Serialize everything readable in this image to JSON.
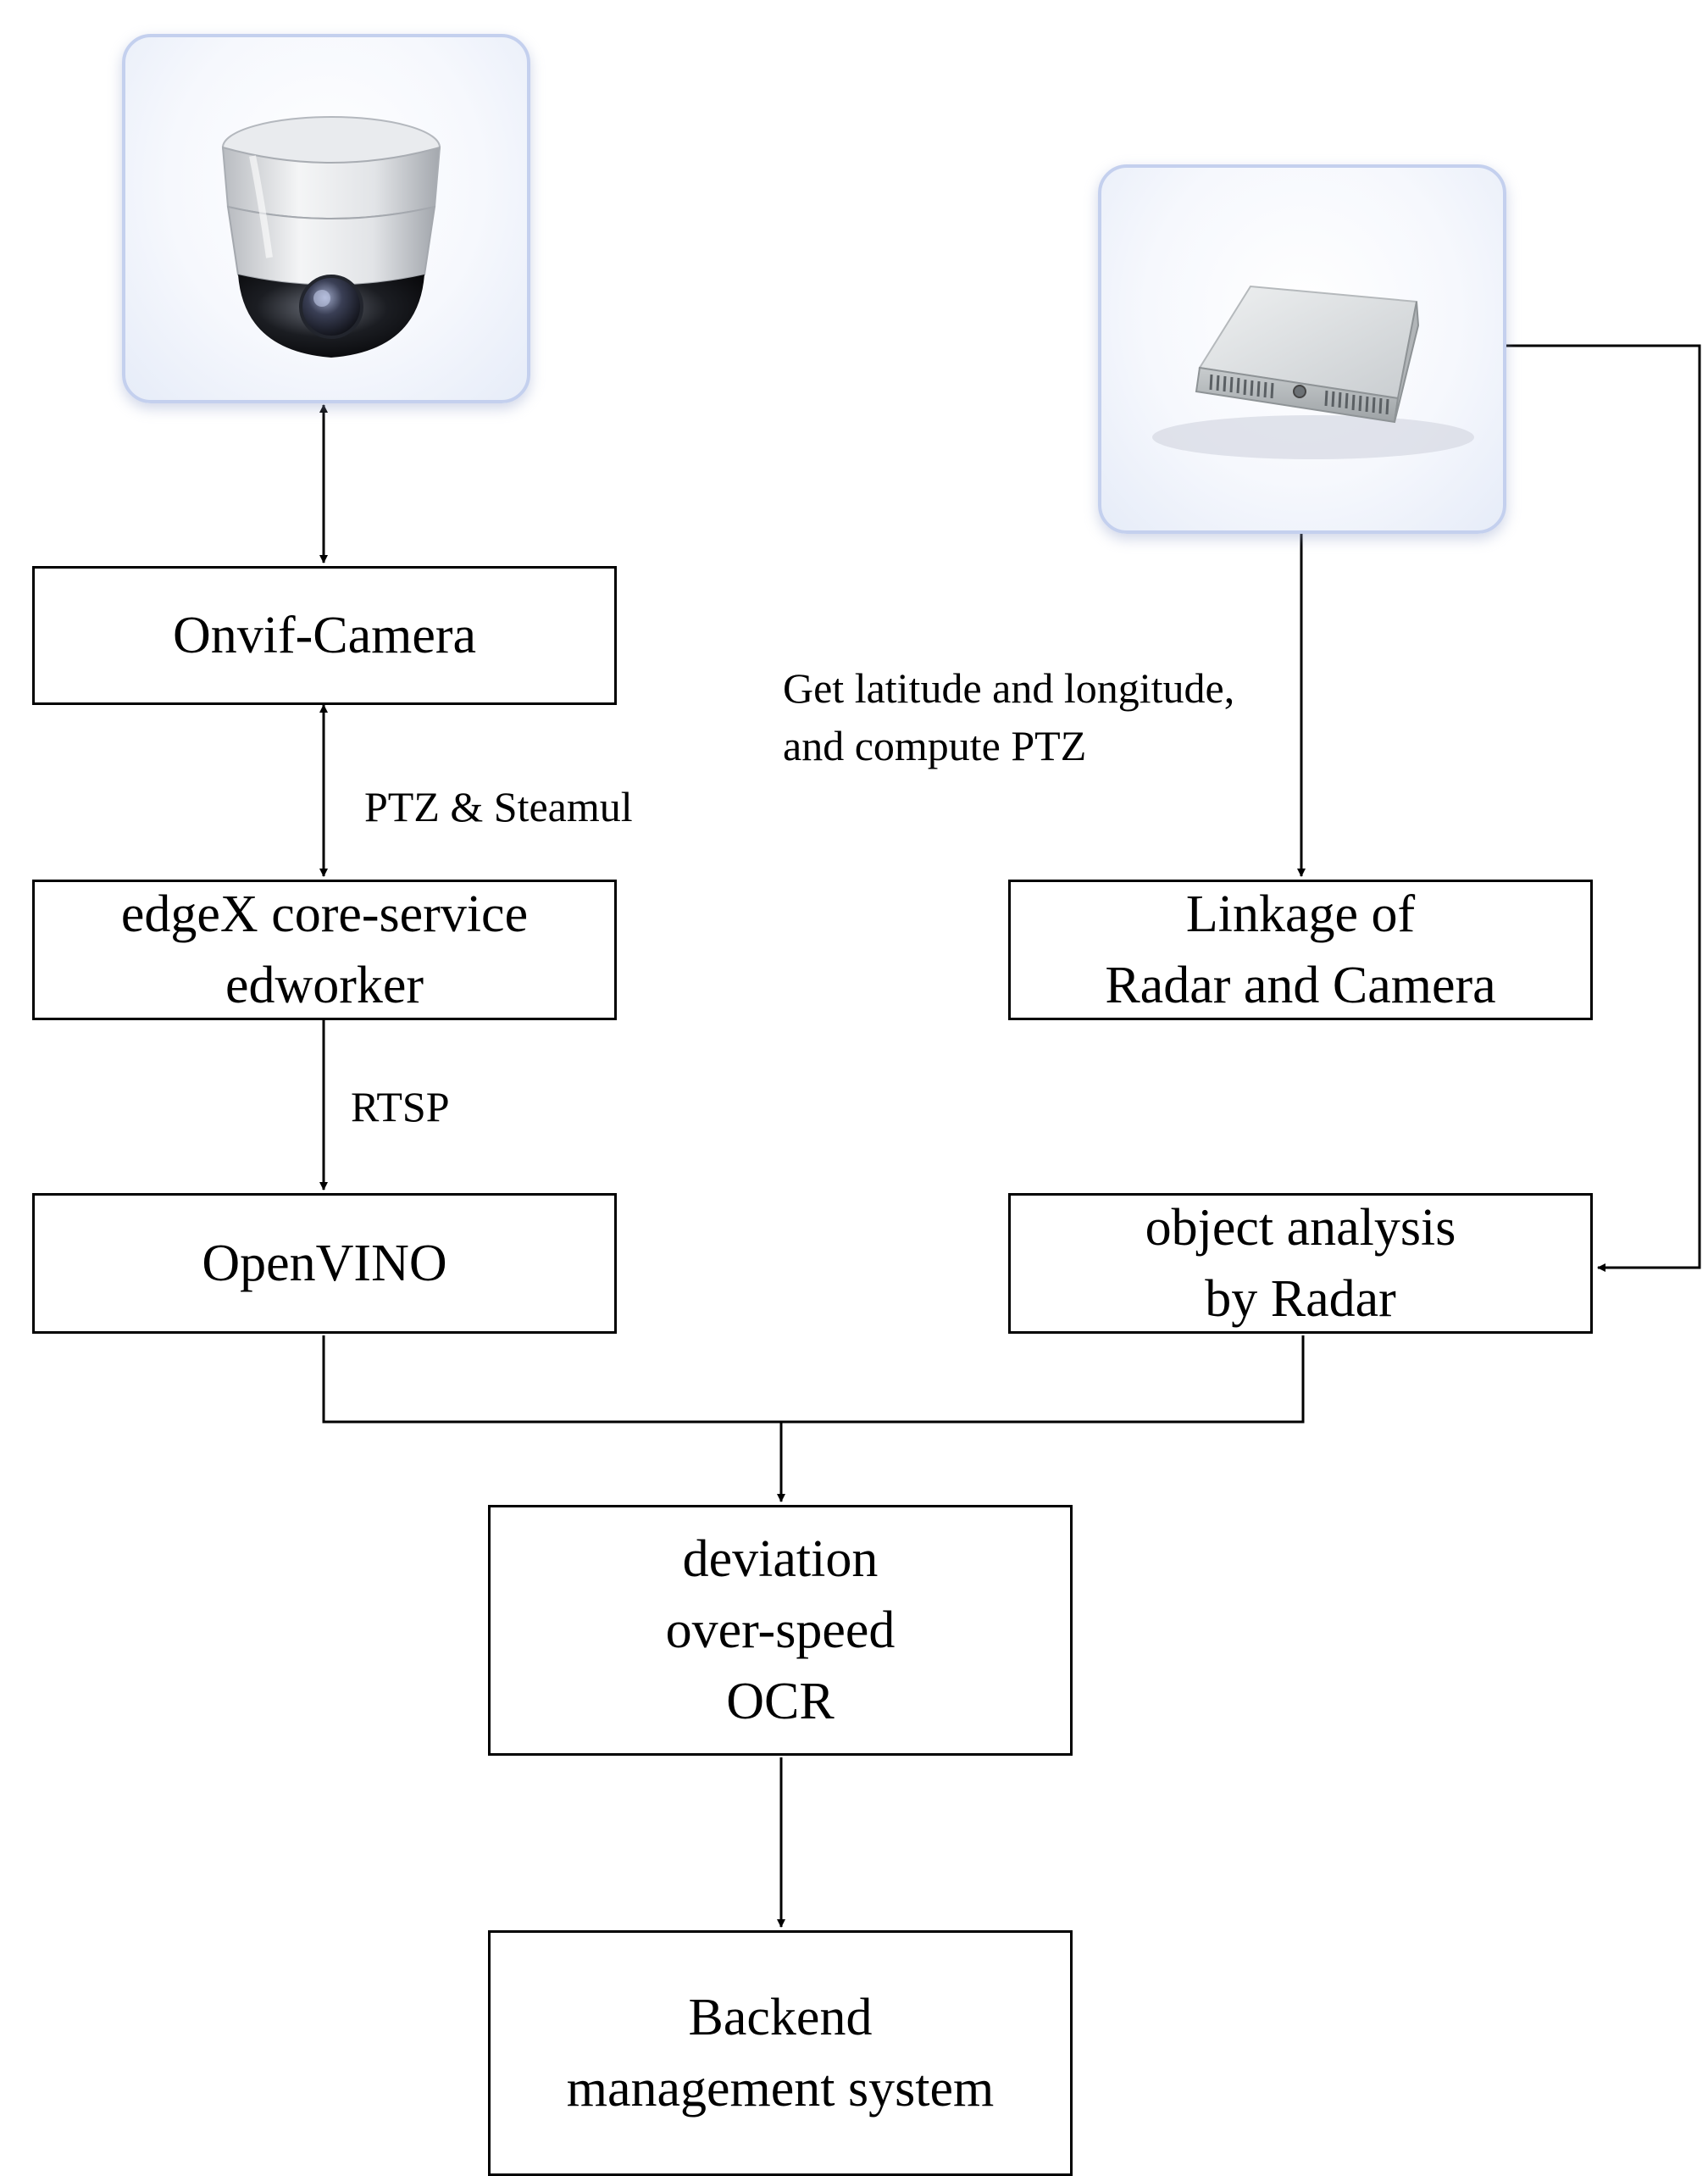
{
  "nodes": {
    "onvif_camera": "Onvif-Camera",
    "edgex": {
      "line1": "edgeX core-service",
      "line2": "edworker"
    },
    "openvino": "OpenVINO",
    "linkage": {
      "line1": "Linkage of",
      "line2": "Radar and Camera"
    },
    "object_analysis": {
      "line1": "object analysis",
      "line2": "by Radar"
    },
    "analytics": {
      "line1": "deviation",
      "line2": "over-speed",
      "line3": "OCR"
    },
    "backend": {
      "line1": "Backend",
      "line2": "management system"
    }
  },
  "edge_labels": {
    "ptz": "PTZ & Steamul",
    "rtsp": "RTSP",
    "latlon": {
      "line1": "Get latitude and longitude,",
      "line2": "and compute PTZ"
    }
  },
  "images": {
    "camera": "dome-camera-icon",
    "radar": "radar-unit-icon"
  },
  "colors": {
    "stroke": "#000000",
    "card_border": "#c4d0ee",
    "background": "#ffffff"
  }
}
